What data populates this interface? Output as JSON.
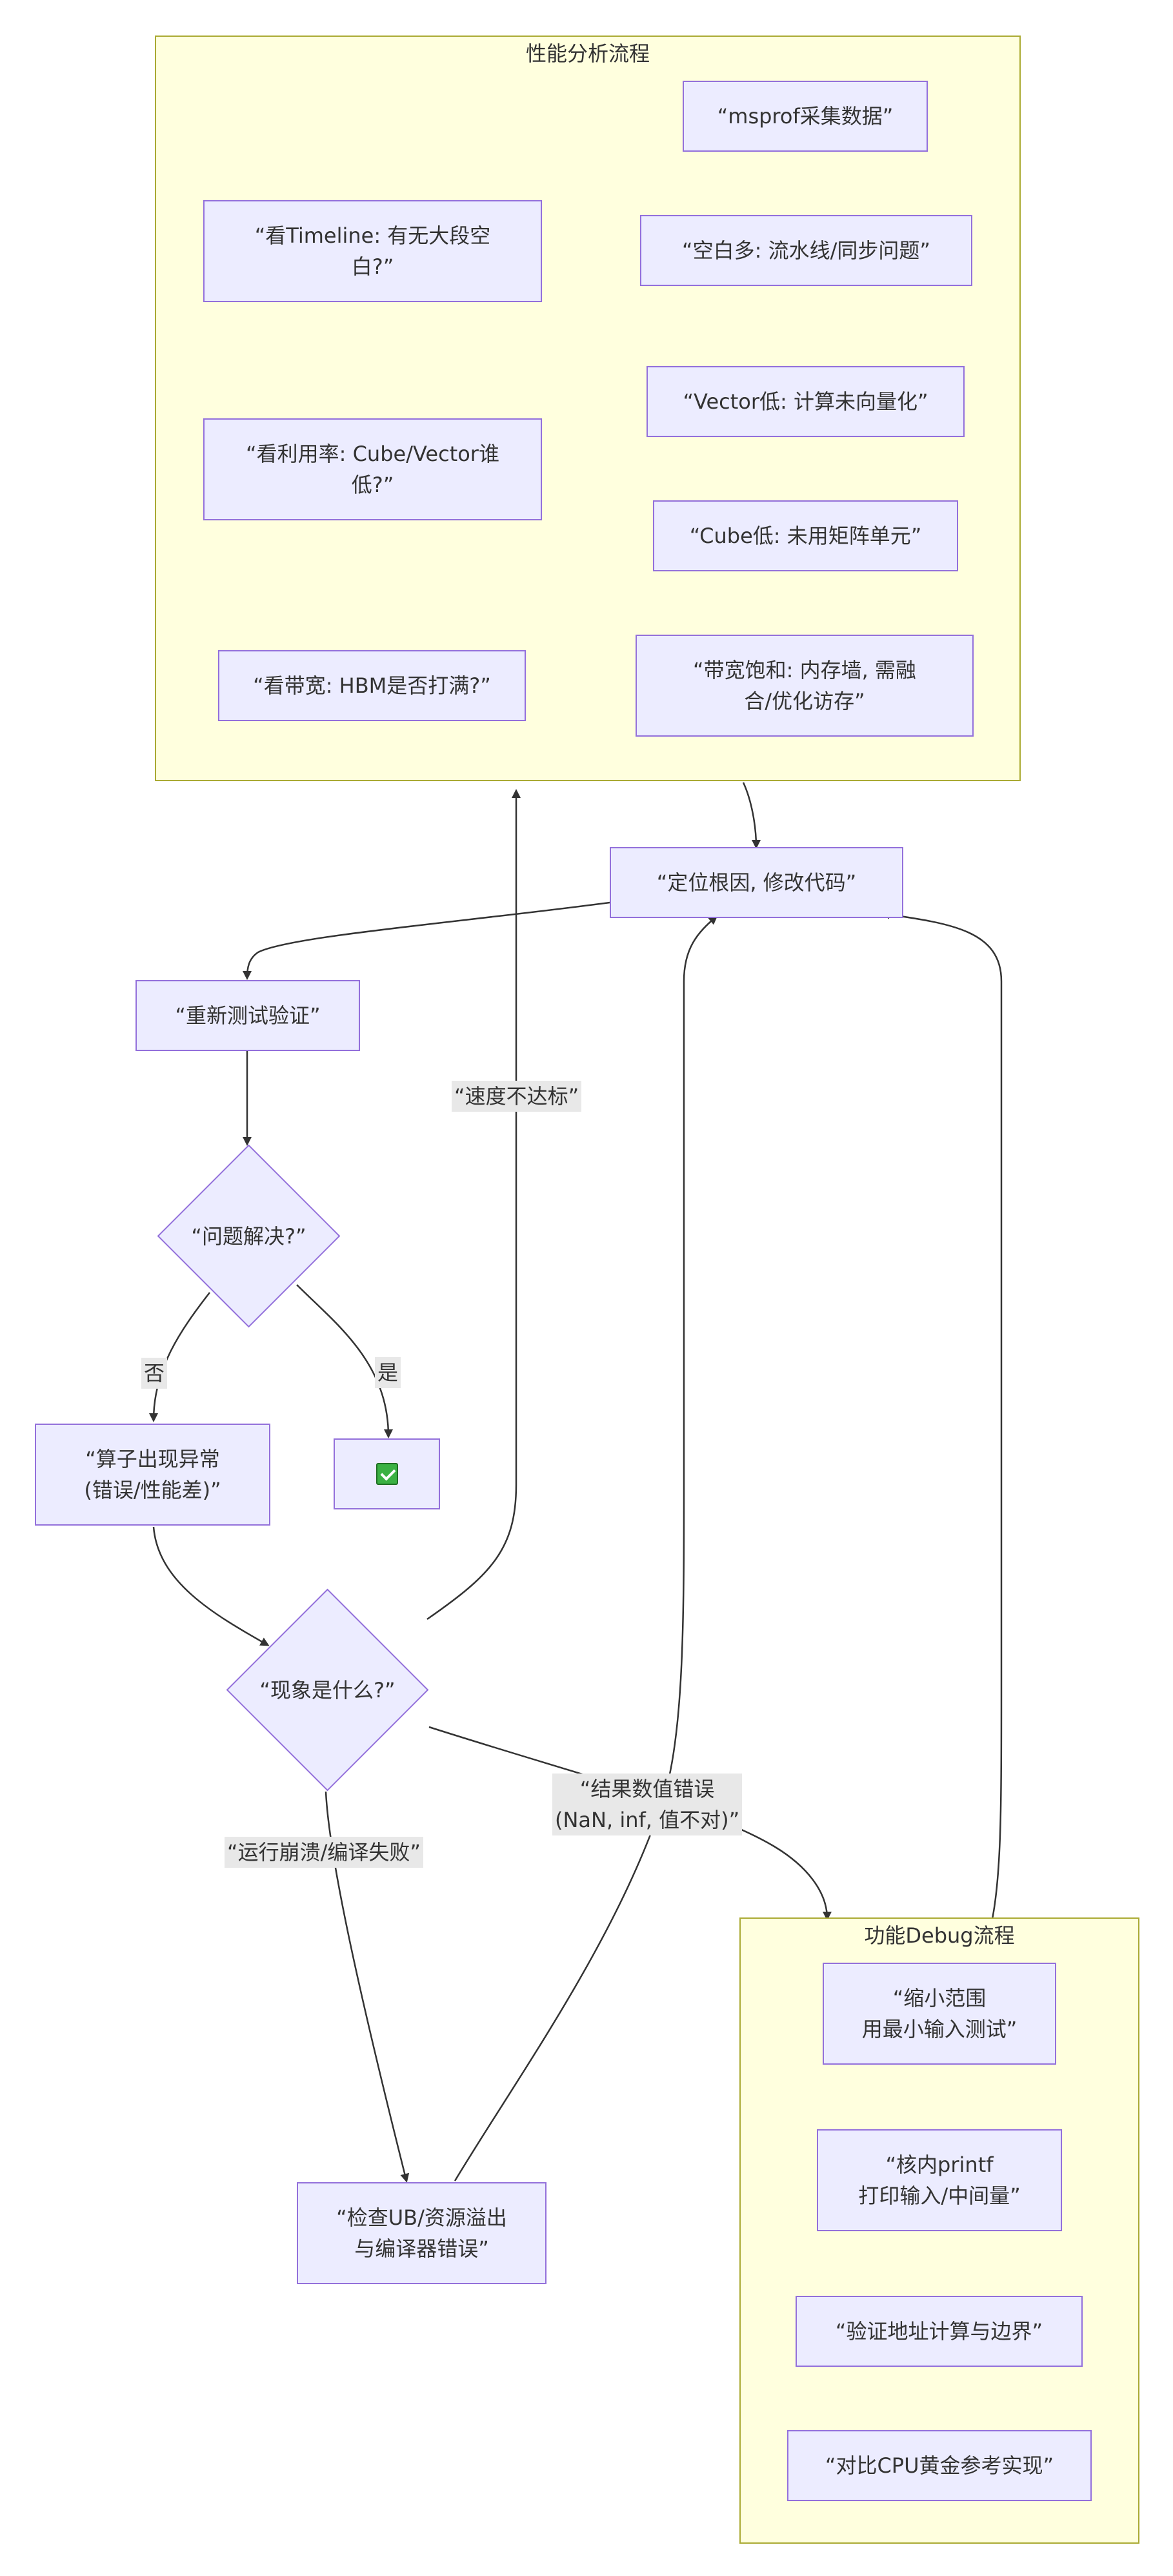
{
  "clusters": {
    "perf": {
      "title": "性能分析流程"
    },
    "debug": {
      "title": "功能Debug流程"
    }
  },
  "nodes": {
    "msprof": "“msprof采集数据”",
    "timeline": "“看Timeline: 有无大段空\n白?”",
    "blank_many": "“空白多: 流水线/同步问题”",
    "utilization": "“看利用率: Cube/Vector谁\n低?”",
    "vector_low": "“Vector低: 计算未向量化”",
    "cube_low": "“Cube低: 未用矩阵单元”",
    "bandwidth": "“看带宽: HBM是否打满?”",
    "bw_saturated": "“带宽饱和: 内存墙, 需融\n合/优化访存”",
    "locate_fix": "“定位根因, 修改代码”",
    "retest": "“重新测试验证”",
    "solved": "“问题解决?”",
    "anomaly": "“算子出现异常\n(错误/性能差)”",
    "phenomenon": "“现象是什么?”",
    "check_ub": "“检查UB/资源溢出\n与编译器错误”",
    "narrow": "“缩小范围\n用最小输入测试”",
    "printf": "“核内printf\n打印输入/中间量”",
    "verify_addr": "“验证地址计算与边界”",
    "compare_cpu": "“对比CPU黄金参考实现”",
    "done_icon": "check-mark-icon"
  },
  "edge_labels": {
    "no": "否",
    "yes": "是",
    "slow": "“速度不达标”",
    "crash": "“运行崩溃/编译失败”",
    "wrong_result": "“结果数值错误\n(NaN, inf, 值不对)”"
  },
  "colors": {
    "node_fill": "#ececff",
    "node_border": "#9370db",
    "cluster_fill": "#ffffde",
    "cluster_border": "#aaaa33",
    "edge": "#333333",
    "label_bg": "#e8e8e8",
    "check_green": "#3bb143"
  }
}
